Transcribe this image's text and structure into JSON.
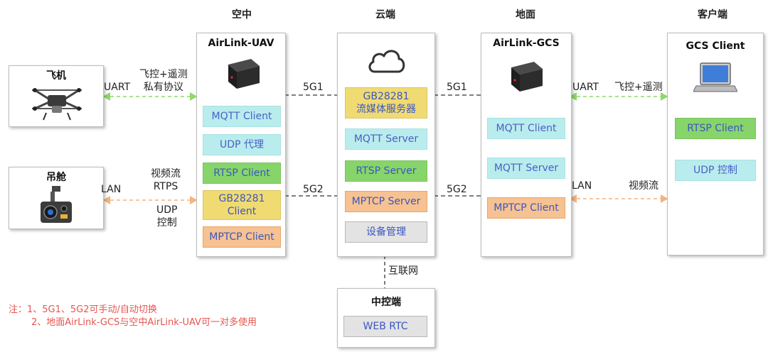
{
  "headers": {
    "air": "空中",
    "cloud": "云端",
    "ground": "地面",
    "client": "客户端"
  },
  "devices": {
    "aircraft": "飞机",
    "gimbal": "吊舱"
  },
  "uav": {
    "title": "AirLink-UAV",
    "modules": [
      "MQTT Client",
      "UDP 代理",
      "RTSP Client",
      "GB28281\nClient",
      "MPTCP Client"
    ]
  },
  "cloud": {
    "modules": [
      "GB28281\n流媒体服务器",
      "MQTT Server",
      "RTSP Server",
      "MPTCP Server",
      "设备管理"
    ]
  },
  "gcs": {
    "title": "AirLink-GCS",
    "modules": [
      "MQTT Client",
      "MQTT Server",
      "MPTCP Client"
    ]
  },
  "client": {
    "title": "GCS Client",
    "modules": [
      "RTSP Client",
      "UDP 控制"
    ]
  },
  "central": {
    "title": "中控端",
    "module": "WEB RTC"
  },
  "links": {
    "uart_left": "UART",
    "fc_telemetry_private": "飞控+遥测\n私有协议",
    "lan_left": "LAN",
    "video_rtps": "视频流\nRTPS",
    "udp_control": "UDP\n控制",
    "link_5g1_left": "5G1",
    "link_5g2_left": "5G2",
    "link_5g1_right": "5G1",
    "link_5g2_right": "5G2",
    "uart_right": "UART",
    "fc_telemetry": "飞控+遥测",
    "lan_right": "LAN",
    "video_stream": "视频流",
    "internet": "互联网"
  },
  "notes": {
    "line1": "注：1、5G1、5G2可手动/自动切换",
    "line2": "2、地面AirLink-GCS与空中AirLink-UAV可一对多使用"
  },
  "colors": {
    "cyan": "#b9eded",
    "green": "#87d56a",
    "yellow": "#f0da72",
    "orange": "#f7c291",
    "grey": "#e3e3e3",
    "text_blue": "#4a5fc6",
    "uart_line": "#8fd86a",
    "lan_line": "#f2b47e",
    "note_red": "#e6554f"
  },
  "icons": [
    "cloud-icon",
    "drone-icon",
    "gimbal-camera-icon",
    "airlink-device-icon",
    "laptop-icon"
  ]
}
